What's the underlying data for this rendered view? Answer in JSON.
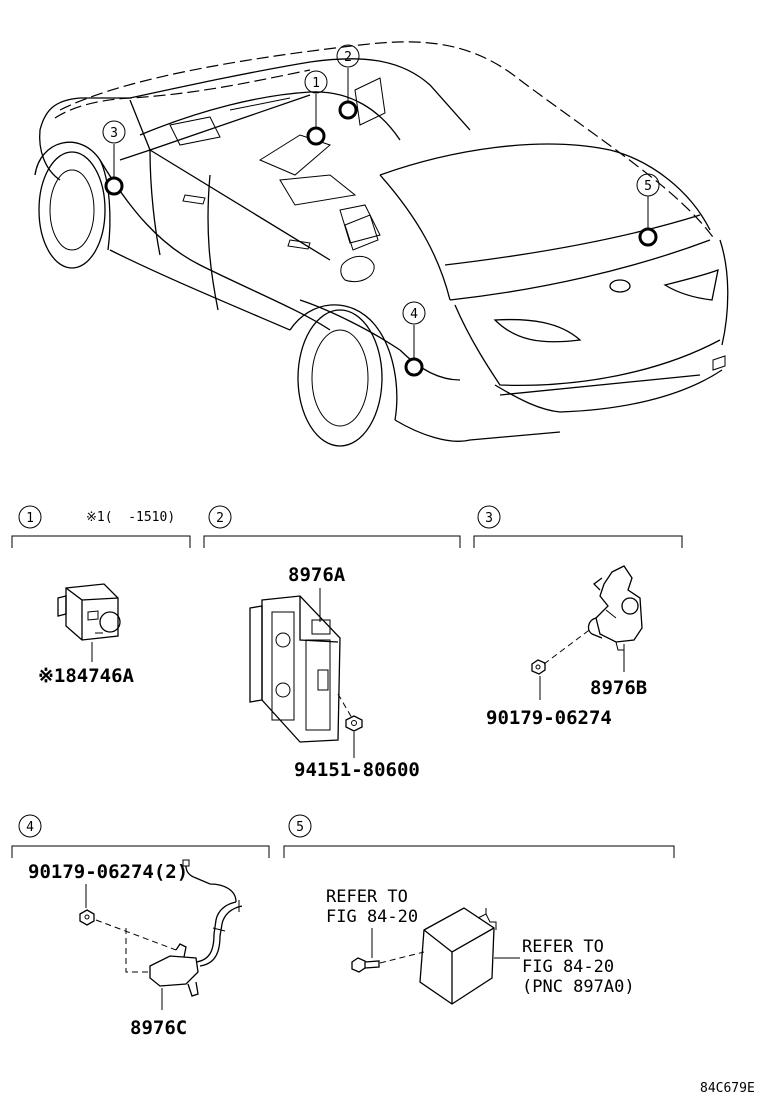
{
  "callouts": [
    {
      "num": "1"
    },
    {
      "num": "2"
    },
    {
      "num": "3"
    },
    {
      "num": "4"
    },
    {
      "num": "5"
    }
  ],
  "sections": [
    {
      "num": "1",
      "note": "※1(  -1510)",
      "parts": [
        "※184746A"
      ]
    },
    {
      "num": "2",
      "note": "",
      "parts": [
        "8976A",
        "94151-80600"
      ]
    },
    {
      "num": "3",
      "note": "",
      "parts": [
        "8976B",
        "90179-06274"
      ]
    },
    {
      "num": "4",
      "note": "",
      "parts": [
        "90179-06274(2)",
        "8976C"
      ]
    },
    {
      "num": "5",
      "note": "",
      "parts": [
        "REFER TO",
        "FIG 84-20",
        "REFER TO",
        "FIG 84-20",
        "(PNC 897A0)"
      ]
    }
  ],
  "figure_code": "84C679E"
}
